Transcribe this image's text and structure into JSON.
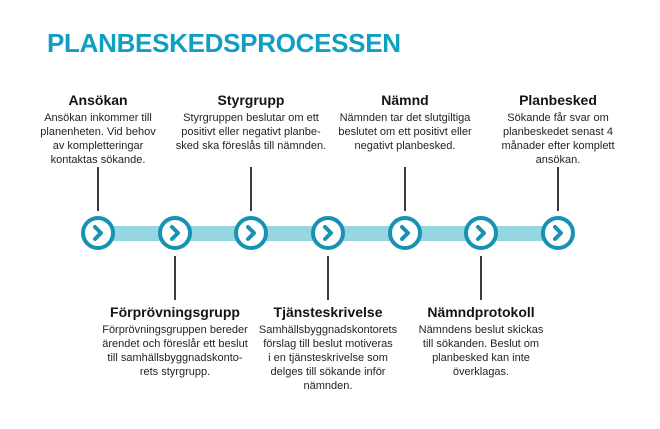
{
  "title": "PLANBESKEDSPROCESSEN",
  "colors": {
    "title_accent": "#109fc0",
    "node_ring": "#1892b2",
    "node_chevron": "#1892b2",
    "timeline_band": "#96d5e2",
    "connector_line": "#3b3b3b",
    "heading_text": "#141414",
    "body_text": "#232323",
    "background": "#ffffff"
  },
  "timeline": {
    "node_icon": "chevron-right-icon",
    "node_count": 7
  },
  "steps_top": [
    {
      "heading": "Ansökan",
      "body": [
        "Ansökan inkommer till",
        "planenheten. Vid behov",
        "av kompletteringar",
        "kontaktas sökande."
      ]
    },
    {
      "heading": "Styrgrupp",
      "body": [
        "Styrgruppen beslutar om ett",
        "positivt eller negativt planbe-",
        "sked ska föreslås till nämnden."
      ]
    },
    {
      "heading": "Nämnd",
      "body": [
        "Nämnden tar det slutgiltiga",
        "beslutet om ett positivt eller",
        "negativt planbesked."
      ]
    },
    {
      "heading": "Planbesked",
      "body": [
        "Sökande får svar om",
        "planbeskedet senast 4",
        "månader efter komplett",
        "ansökan."
      ]
    }
  ],
  "steps_bottom": [
    {
      "heading": "Förprövningsgrupp",
      "body": [
        "Förprövningsgruppen bereder",
        "ärendet och föreslår ett beslut",
        "till samhällsbyggnadskonto-",
        "rets styrgrupp."
      ]
    },
    {
      "heading": "Tjänsteskrivelse",
      "body": [
        "Samhällsbyggnadskontorets",
        "förslag till beslut motiveras",
        "i en tjänsteskrivelse som",
        "delges till sökande inför",
        "nämnden."
      ]
    },
    {
      "heading": "Nämndprotokoll",
      "body": [
        "Nämndens beslut skickas",
        "till sökanden. Beslut om",
        "planbesked kan inte",
        "överklagas."
      ]
    }
  ]
}
